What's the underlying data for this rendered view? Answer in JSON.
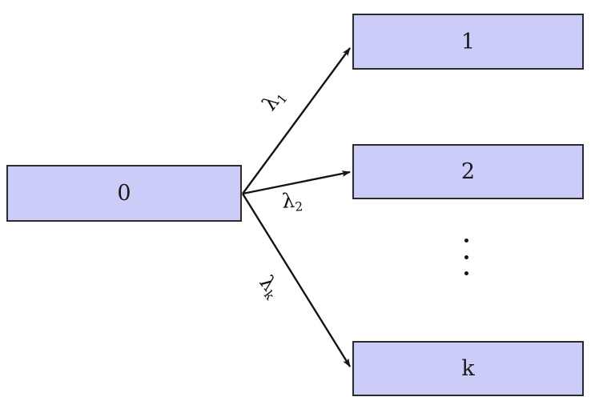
{
  "diagram": {
    "title": "branching-transition-diagram",
    "colors": {
      "node_fill": "#CCCCF8",
      "node_border": "#2b2b2b",
      "edge_stroke": "#141414",
      "text": "#1a1a1a",
      "background": "#ffffff"
    },
    "source_node": {
      "id": "node-0",
      "label": "0"
    },
    "target_nodes": [
      {
        "id": "node-1",
        "label": "1"
      },
      {
        "id": "node-2",
        "label": "2"
      },
      {
        "id": "node-k",
        "label": "k"
      }
    ],
    "edges": [
      {
        "id": "edge-1",
        "from": "0",
        "to": "1",
        "symbol": "λ",
        "subscript": "1"
      },
      {
        "id": "edge-2",
        "from": "0",
        "to": "2",
        "symbol": "λ",
        "subscript": "2"
      },
      {
        "id": "edge-k",
        "from": "0",
        "to": "k",
        "symbol": "λ",
        "subscript": "k"
      }
    ],
    "ellipsis": {
      "name": "vertical-ellipsis",
      "glyph": "⋮",
      "dot_count": 3
    }
  }
}
